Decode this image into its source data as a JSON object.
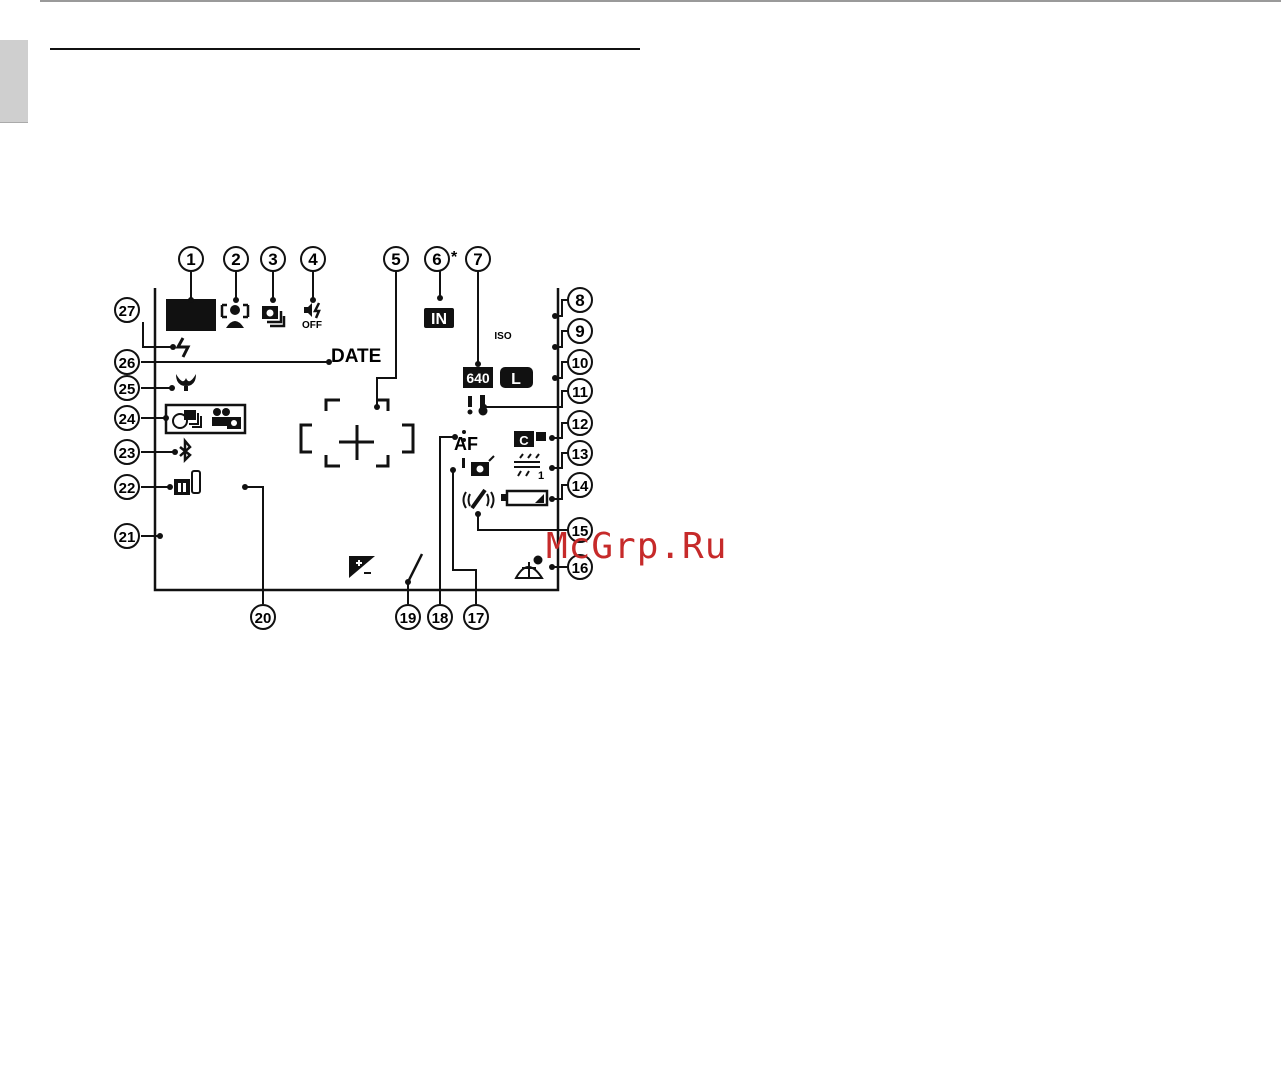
{
  "callouts": [
    "1",
    "2",
    "3",
    "4",
    "5",
    "6",
    "7",
    "8",
    "9",
    "10",
    "11",
    "12",
    "13",
    "14",
    "15",
    "16",
    "17",
    "18",
    "19",
    "20",
    "21",
    "22",
    "23",
    "24",
    "25",
    "26",
    "27"
  ],
  "footnote_mark": "*",
  "screen_labels": {
    "storage": "IN",
    "iso": "ISO",
    "date": "DATE",
    "af": "AF",
    "flash_off": "OFF",
    "movie_size": "640",
    "image_size": "L",
    "white_balance_sub": "1"
  },
  "watermark": "McGrp.Ru"
}
